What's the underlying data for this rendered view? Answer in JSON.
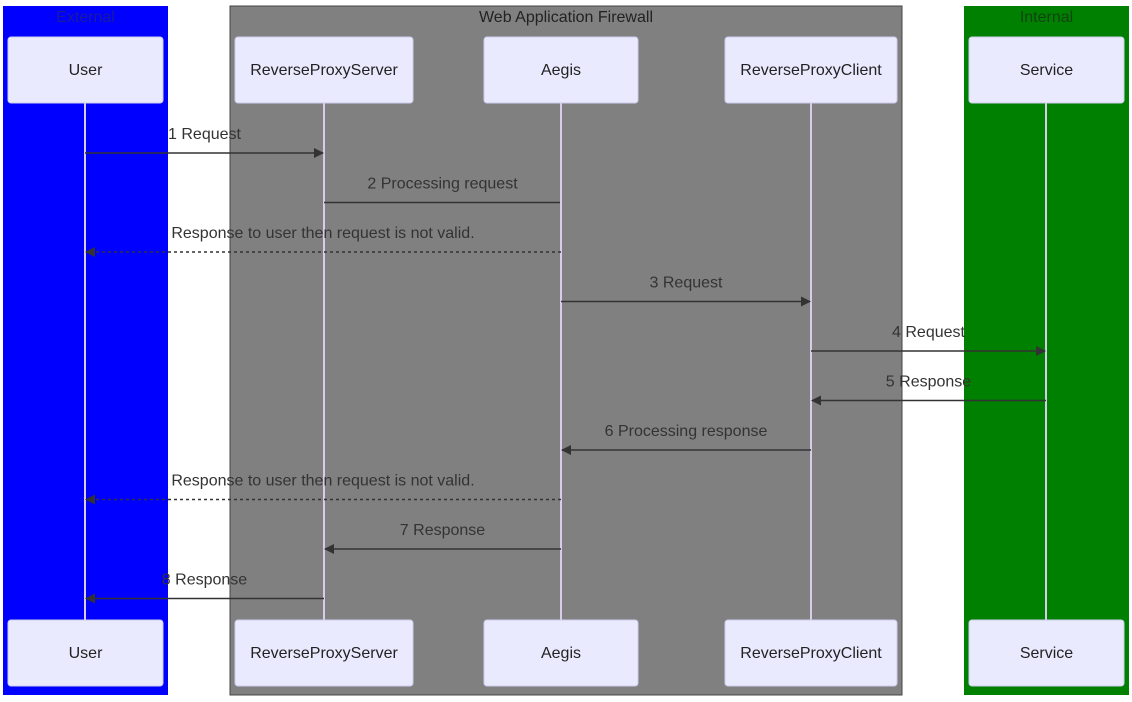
{
  "groups": [
    {
      "id": "external",
      "label": "External",
      "color": "#0000ff"
    },
    {
      "id": "waf",
      "label": "Web Application Firewall",
      "color": "#808080"
    },
    {
      "id": "internal",
      "label": "Internal",
      "color": "#008000"
    }
  ],
  "participants": [
    {
      "id": "user",
      "label": "User"
    },
    {
      "id": "rps",
      "label": "ReverseProxyServer"
    },
    {
      "id": "aegis",
      "label": "Aegis"
    },
    {
      "id": "rpc",
      "label": "ReverseProxyClient"
    },
    {
      "id": "service",
      "label": "Service"
    }
  ],
  "messages": [
    {
      "from": "user",
      "to": "rps",
      "label": "1 Request",
      "style": "solid"
    },
    {
      "from": "rps",
      "to": "aegis",
      "label": "2 Processing request",
      "style": "solid-open"
    },
    {
      "from": "aegis",
      "to": "user",
      "label": "Response to user then request is not valid.",
      "style": "dotted"
    },
    {
      "from": "aegis",
      "to": "rpc",
      "label": "3 Request",
      "style": "solid"
    },
    {
      "from": "rpc",
      "to": "service",
      "label": "4 Request",
      "style": "solid"
    },
    {
      "from": "service",
      "to": "rpc",
      "label": "5 Response",
      "style": "solid"
    },
    {
      "from": "rpc",
      "to": "aegis",
      "label": "6 Processing response",
      "style": "solid"
    },
    {
      "from": "aegis",
      "to": "user",
      "label": "Response to user then request is not valid.",
      "style": "dotted"
    },
    {
      "from": "aegis",
      "to": "rps",
      "label": "7 Response",
      "style": "solid"
    },
    {
      "from": "rps",
      "to": "user",
      "label": "8 Response",
      "style": "solid"
    }
  ],
  "colors": {
    "actor_fill": "#eaeaff",
    "lifeline": "#d8cce8",
    "arrow": "#333333"
  }
}
